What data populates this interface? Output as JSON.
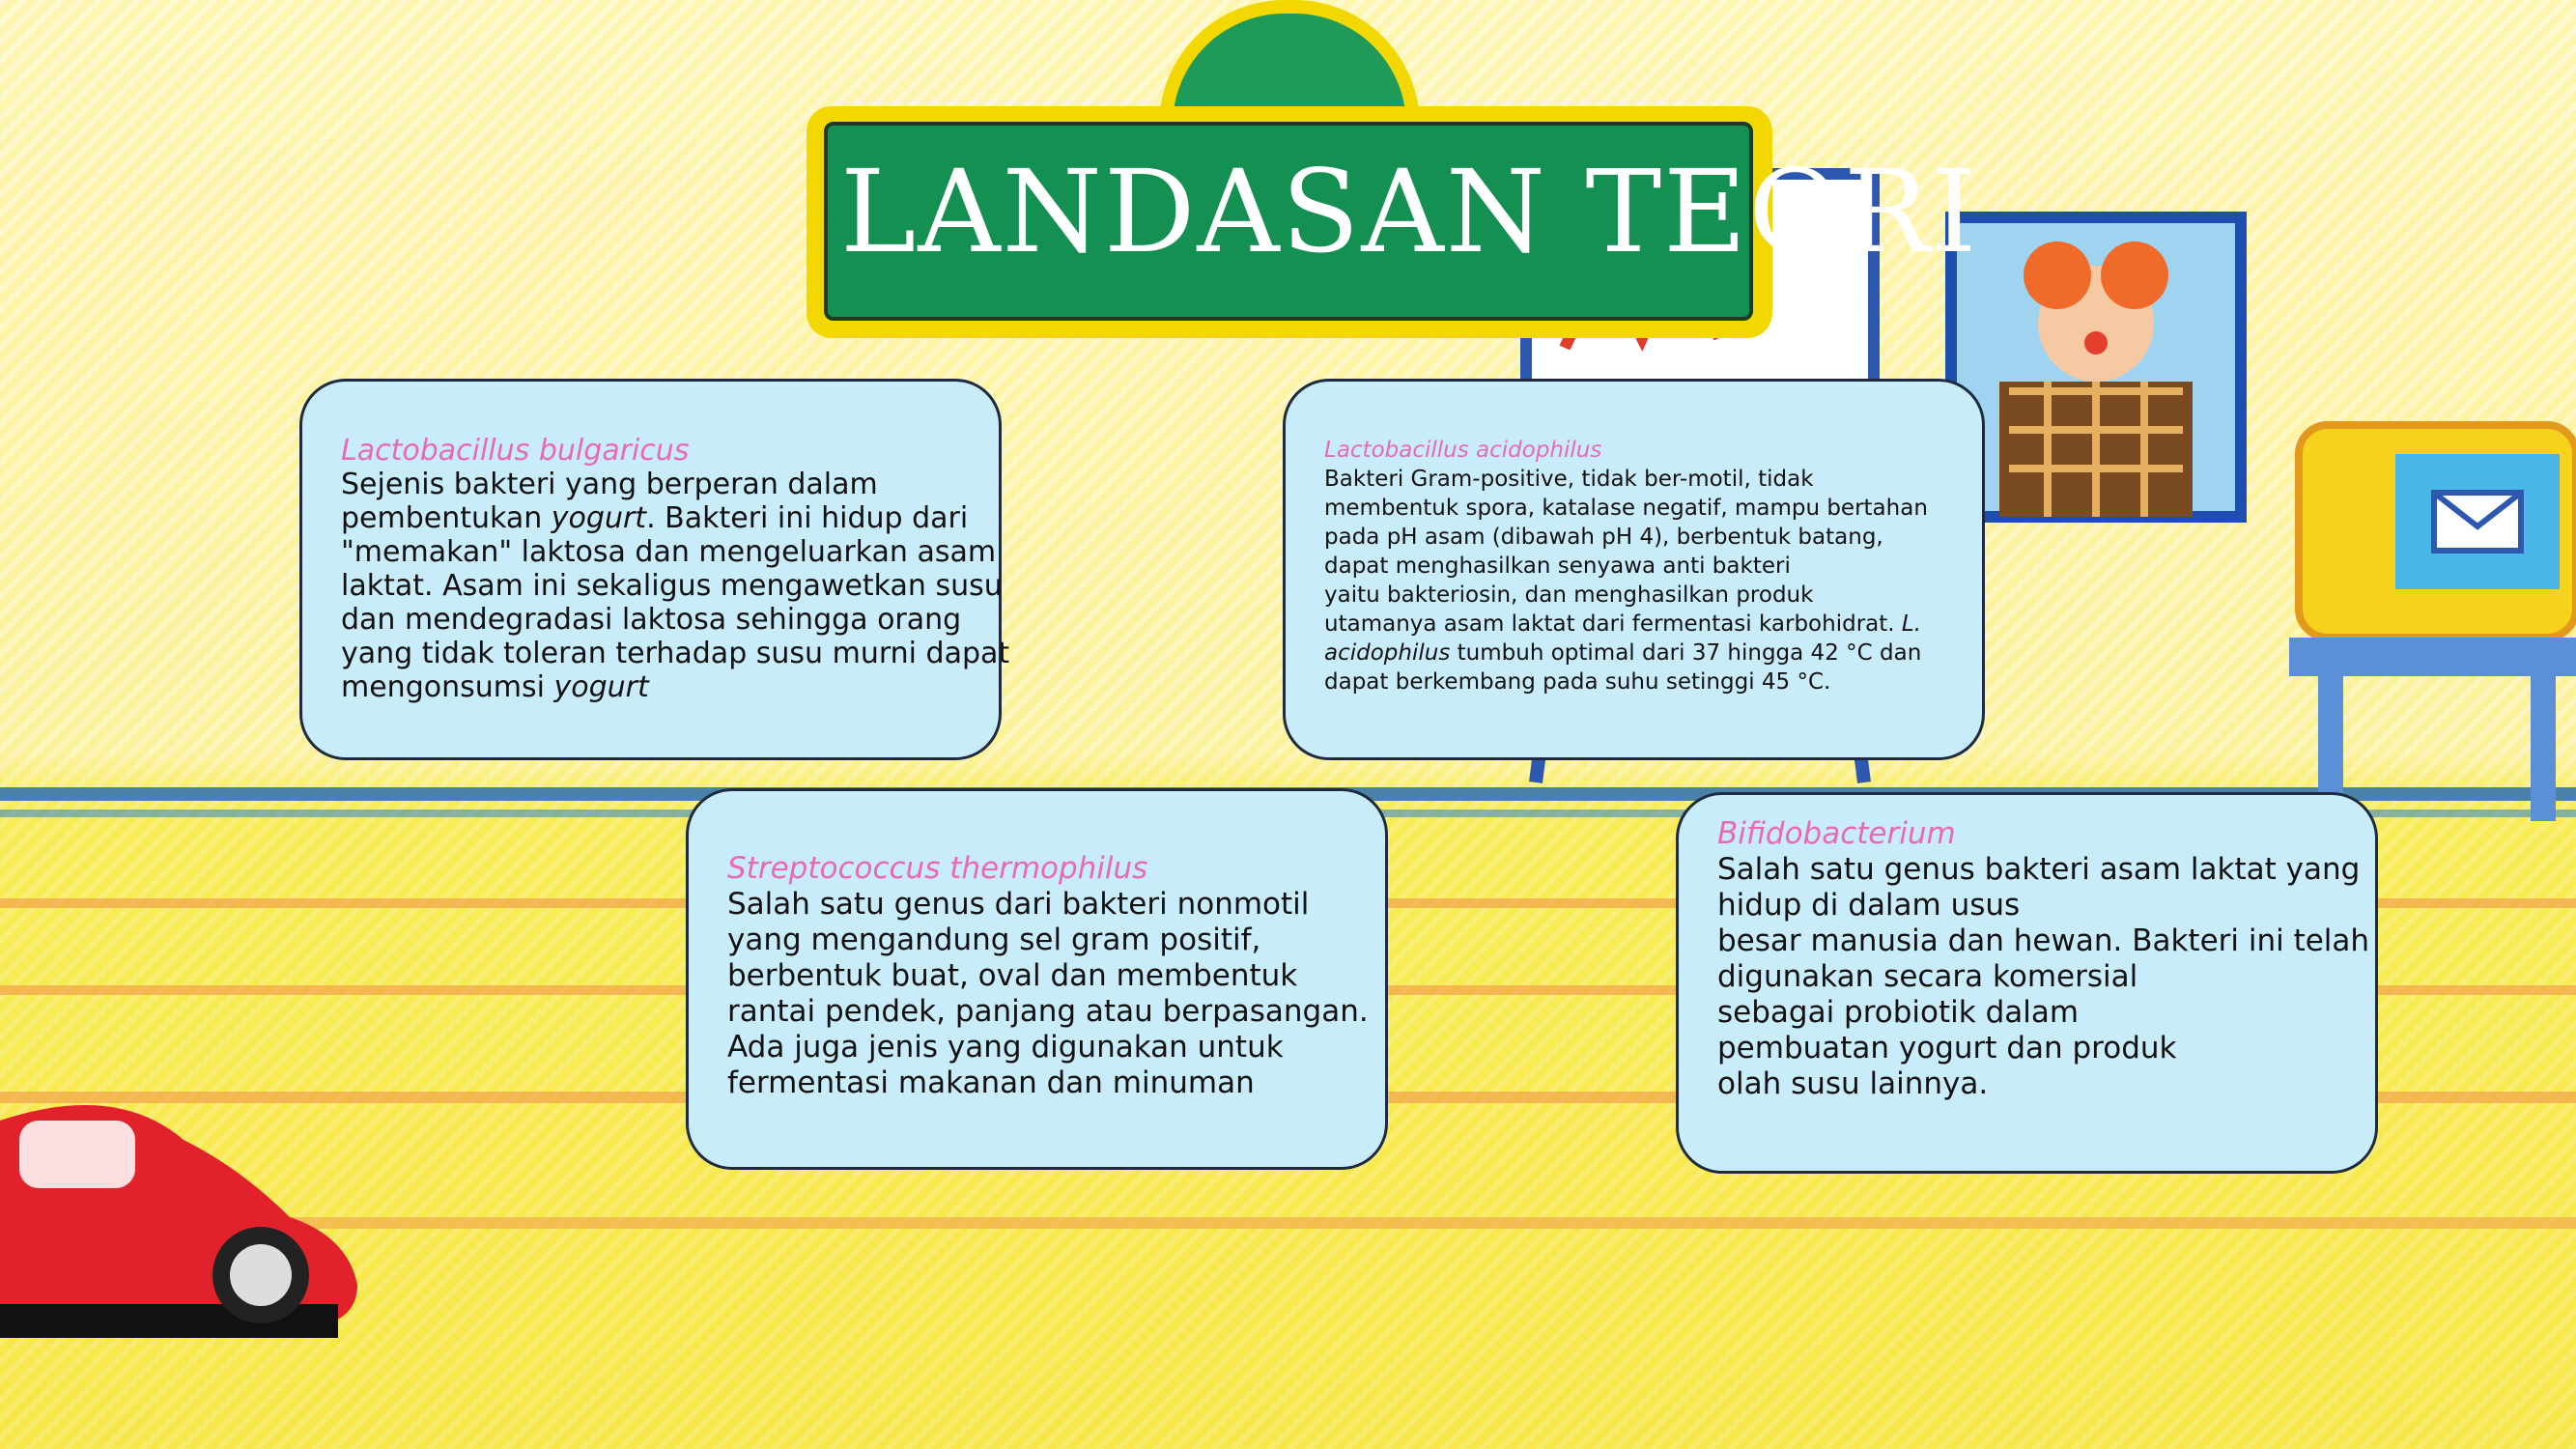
{
  "slide": {
    "title": "LANDASAN TEORI"
  },
  "cards": [
    {
      "title": "Lactobacillus bulgaricus",
      "lines": [
        "Sejenis bakteri yang berperan dalam",
        "pembentukan ",
        "yogurt",
        ". Bakteri ini hidup dari",
        "\"memakan\" laktosa dan mengeluarkan asam",
        "laktat. Asam ini sekaligus mengawetkan susu",
        "dan mendegradasi laktosa sehingga orang",
        "yang tidak toleran terhadap susu murni dapat",
        "mengonsumsi ",
        "yogurt"
      ]
    },
    {
      "title": "Lactobacillus acidophilus",
      "lines": [
        "Bakteri Gram-positive, tidak ber-motil, tidak",
        "membentuk spora, katalase negatif, mampu bertahan",
        "pada pH asam (dibawah pH 4), berbentuk batang,",
        "dapat menghasilkan senyawa anti bakteri",
        "yaitu bakteriosin, dan menghasilkan produk",
        "utamanya asam laktat dari fermentasi karbohidrat. ",
        "L.",
        "acidophilus",
        " tumbuh optimal dari 37 hingga 42 °C dan",
        "dapat berkembang pada suhu setinggi 45 °C."
      ]
    },
    {
      "title": "Streptococcus thermophilus",
      "lines": [
        " Salah satu genus dari bakteri nonmotil",
        "yang mengandung sel gram positif,",
        "berbentuk buat, oval dan membentuk",
        "rantai pendek, panjang atau berpasangan.",
        "Ada juga jenis yang digunakan untuk",
        "fermentasi makanan dan minuman"
      ]
    },
    {
      "title": "Bifidobacterium",
      "lines": [
        "Salah satu genus bakteri asam laktat yang",
        "hidup di dalam usus",
        "besar manusia dan hewan. Bakteri ini telah",
        "digunakan secara komersial",
        "sebagai probiotik dalam",
        "pembuatan yogurt dan produk",
        "olah susu lainnya."
      ]
    }
  ],
  "colors": {
    "card_bg": "#c9ecfb",
    "card_title": "#e86ab1",
    "sign_green": "#149053",
    "sign_yellow": "#f2d800"
  },
  "icons": [
    "car-illustration",
    "window-clown-illustration",
    "computer-monitor-illustration",
    "easel-illustration"
  ]
}
